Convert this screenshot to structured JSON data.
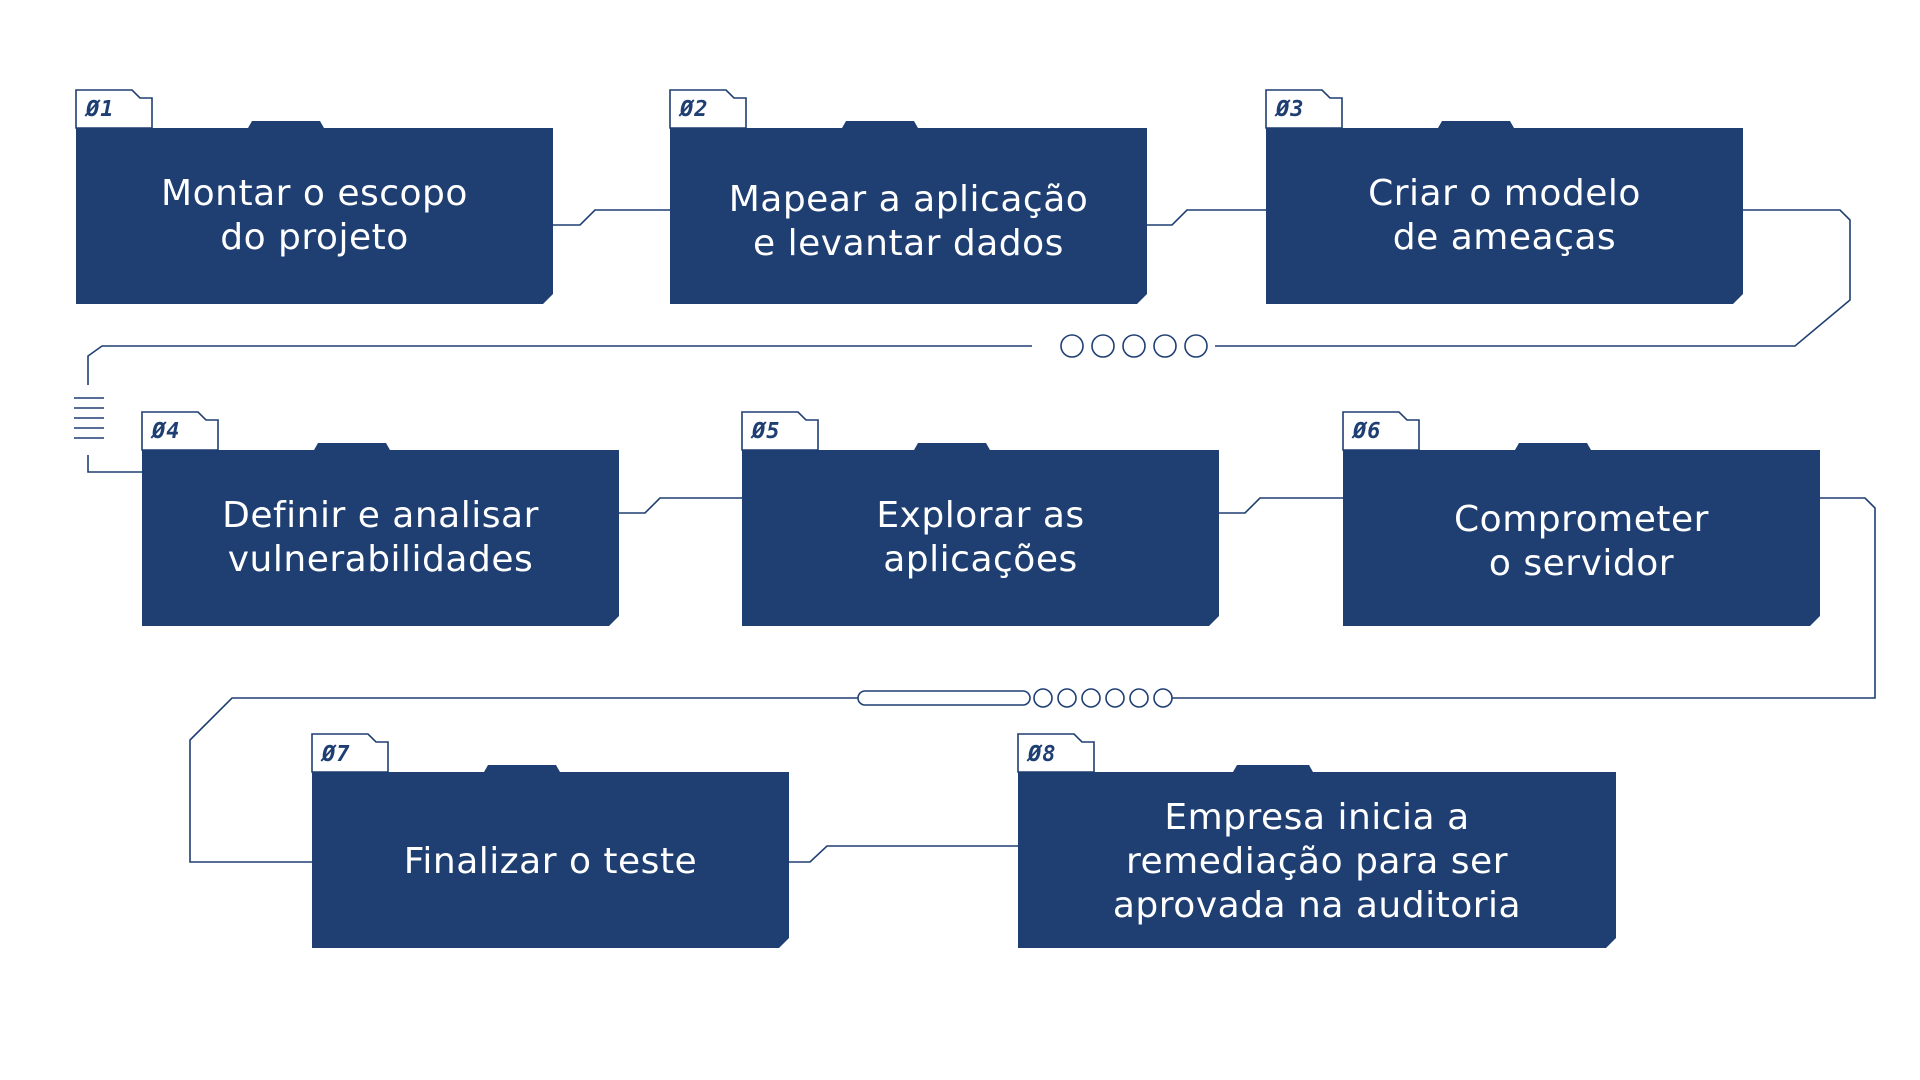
{
  "colors": {
    "folder_fill": "#1f3f73",
    "line": "#1f3f73",
    "label_text": "#ffffff",
    "background": "#ffffff"
  },
  "steps": [
    {
      "number": "Ø1",
      "label": "Montar o escopo\ndo projeto"
    },
    {
      "number": "Ø2",
      "label": "Mapear a aplicação\ne levantar dados"
    },
    {
      "number": "Ø3",
      "label": "Criar o modelo\nde ameaças"
    },
    {
      "number": "Ø4",
      "label": "Definir e analisar\nvulnerabilidades"
    },
    {
      "number": "Ø5",
      "label": "Explorar as\naplicações"
    },
    {
      "number": "Ø6",
      "label": "Comprometer\no servidor"
    },
    {
      "number": "Ø7",
      "label": "Finalizar o teste"
    },
    {
      "number": "Ø8",
      "label": "Empresa inicia a\nremediação para ser\naprovada na auditoria"
    }
  ],
  "decorations": {
    "row1_dots": 5,
    "row2_dots": 6,
    "hatch_lines": 5
  }
}
